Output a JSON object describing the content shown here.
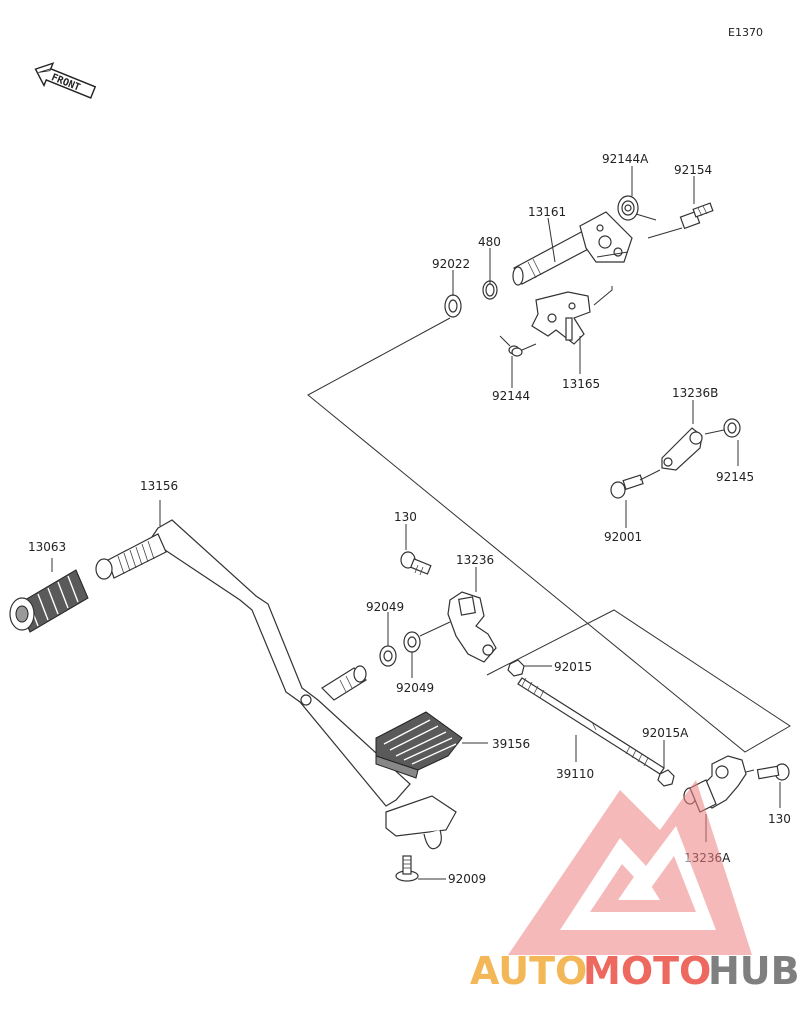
{
  "diagram_code": "E1370",
  "front_label": "FRONT",
  "parts": {
    "p92144A": "92144A",
    "p92154": "92154",
    "p13161": "13161",
    "p480": "480",
    "p92022": "92022",
    "p92144": "92144",
    "p13165": "13165",
    "p13236B": "13236B",
    "p92145": "92145",
    "p92001": "92001",
    "p13156": "13156",
    "p13063": "13063",
    "p130a": "130",
    "p13236": "13236",
    "p92049a": "92049",
    "p92049b": "92049",
    "p92015": "92015",
    "p92015A": "92015A",
    "p39156": "39156",
    "p39110": "39110",
    "p130b": "130",
    "p13236A": "13236A",
    "p92009": "92009"
  },
  "watermark": {
    "part1": "AUTO",
    "part2": "MOTO",
    "part3": "HUB",
    "color_light": "#f0a020",
    "color_red": "#e8382c",
    "color_gray": "#555555"
  }
}
